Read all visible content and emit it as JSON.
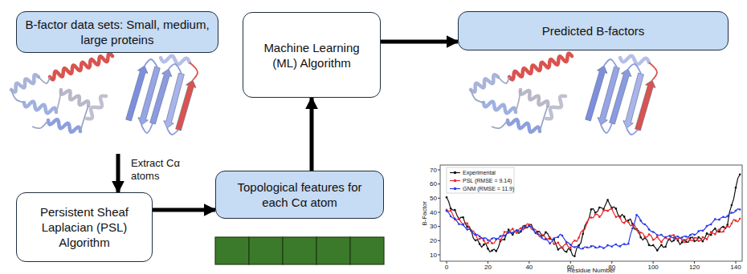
{
  "diagram": {
    "nodes": [
      {
        "text": [
          "B-factor data sets: Small, medium, large proteins"
        ]
      },
      {
        "text": [
          "Machine Learning (ML) Algorithm"
        ]
      },
      {
        "text": [
          "Predicted B-factors"
        ]
      },
      {
        "text": [
          "Persistent Sheaf Laplacian (PSL) Algorithm"
        ]
      },
      {
        "text": [
          "Topological features for each Cα atom"
        ]
      }
    ],
    "edges": [
      {
        "from": 0,
        "to": 3,
        "arrow": "to",
        "label": "Extract Cα atoms"
      },
      {
        "from": 3,
        "to": 4,
        "arrow": "to"
      },
      {
        "from": 4,
        "to": 1,
        "arrow": "to"
      },
      {
        "from": 1,
        "to": 2,
        "arrow": "to"
      }
    ],
    "labels": [
      "70",
      "60",
      "50",
      "40",
      "30",
      "20",
      "10",
      "0",
      "20",
      "40",
      "60",
      "80",
      "100",
      "120",
      "140",
      "B-Factor",
      "Residue Number"
    ],
    "legend": [
      {
        "text": "Experimental"
      },
      {
        "text": "PSL (RMSE = 9.14)"
      },
      {
        "text": "GNM (RMSE = 11.9)"
      }
    ]
  }
}
